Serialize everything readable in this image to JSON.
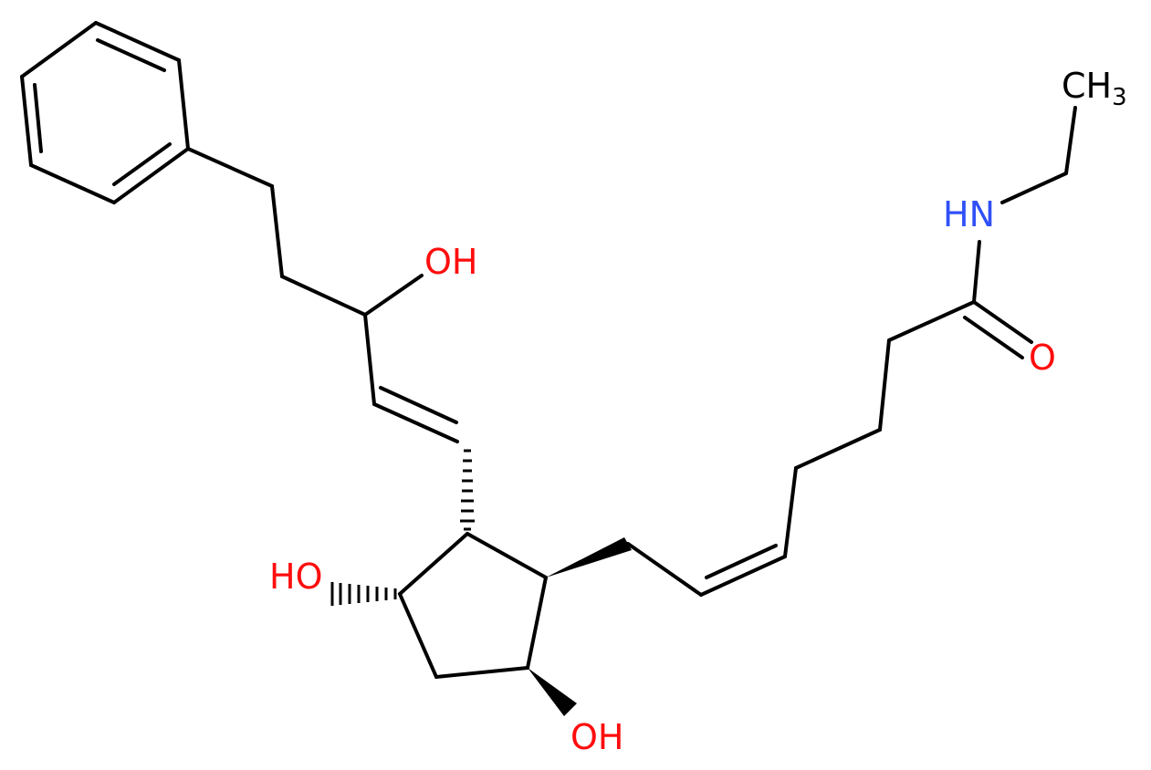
{
  "colors": {
    "bond": "#000000",
    "oxygen": "#ff0d0d",
    "nitrogen": "#3050f8",
    "carbon": "#000000",
    "background": "#ffffff"
  },
  "labels": {
    "oh_side_chain": "OH",
    "ho_ring_left": "HO",
    "oh_ring_bottom": "OH",
    "carbonyl_o": "O",
    "amide_n": "HN",
    "methyl_c": "CH",
    "methyl_sub": "3"
  }
}
